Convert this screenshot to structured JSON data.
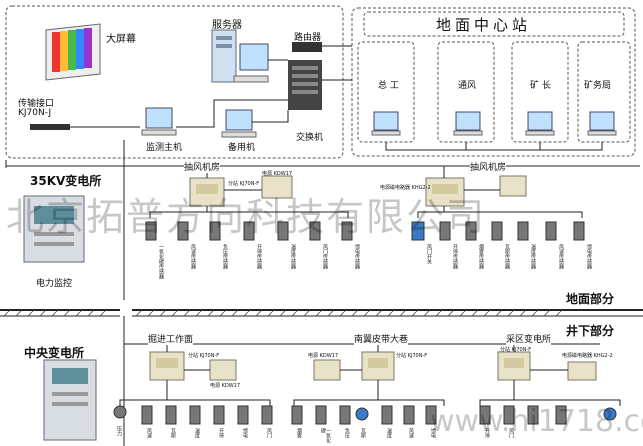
{
  "top_left": {
    "big_screen": "大屏幕",
    "server": "服务器",
    "router": "路由器",
    "transmission_interface": "传输接口",
    "kj70n_j": "KJ70N-J",
    "monitor_host": "监测主机",
    "backup_machine": "备用机",
    "switch": "交换机"
  },
  "ground_center": {
    "title": "地面中心站",
    "stations": [
      "总 工",
      "通风",
      "矿 长",
      "矿务局"
    ]
  },
  "substation_35kv": {
    "title": "35KV变电所",
    "power_monitor": "电力监控"
  },
  "fan_rooms": {
    "left": "抽风机房",
    "right": "抽风机房",
    "left_substation": "分站 KJ70N-F",
    "left_power": "电源 KDW17",
    "right_breaker": "电源磁电路器 KHG2-2"
  },
  "surface_sensors": [
    "一氧化碳传感器",
    "风速传感器",
    "负压传感器",
    "开停传感器",
    "温度传感器",
    "风门传感器",
    "馈电传感器"
  ],
  "right_sensors": [
    "风门开关",
    "开停传感器",
    "烟雾传感器",
    "瓦斯传感器",
    "温度传感器",
    "风速传感器",
    "馈电传感器"
  ],
  "labels": {
    "surface_part": "地面部分",
    "underground_part": "井下部分"
  },
  "central_substation": {
    "title": "中央变电所"
  },
  "underground_areas": {
    "heading_face": "掘进工作面",
    "belt_lane": "南翼皮带大巷",
    "mining_substation": "采区变电所",
    "heading_substation": "分站 KJ70N-F",
    "heading_power": "电源 KDW17",
    "belt_power": "电源 KDW17",
    "belt_substation": "分站 KJ70N-F",
    "mining_substation_unit": "分站 KJ70N-F",
    "mining_breaker": "电源磁电路器 KHG2-2"
  },
  "underground_sensors": [
    "压力",
    "风速",
    "瓦斯",
    "温度",
    "开停",
    "馈电",
    "风门",
    "烟雾",
    "一氧化碳",
    "负压",
    "瓦斯",
    "温度",
    "风速",
    "馈电",
    "开停",
    "风门"
  ],
  "watermark": "北京拓普方向科技有限公司",
  "watermark_url": "www.hi1718.com"
}
